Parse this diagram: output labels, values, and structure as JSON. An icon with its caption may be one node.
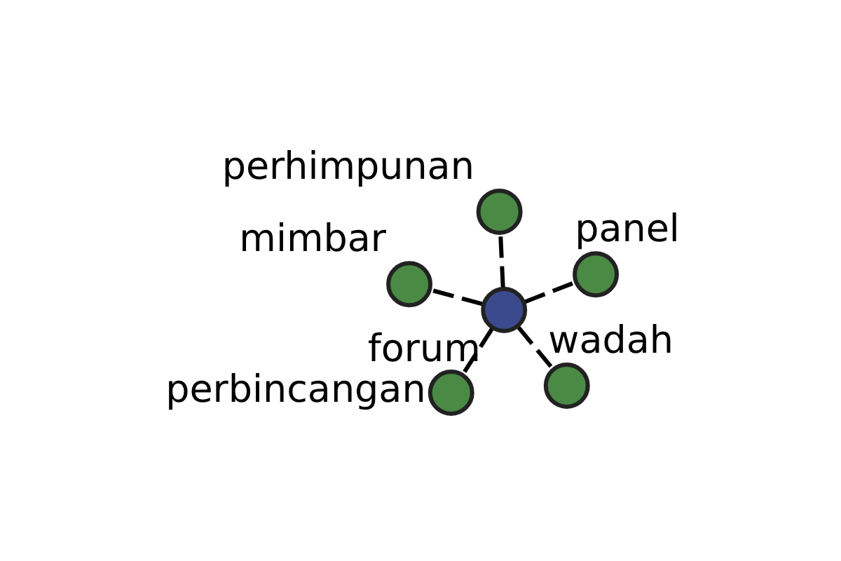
{
  "diagram": {
    "nodes": [
      {
        "text": [],
        "shape": "circle",
        "beside": [
          "forum"
        ]
      },
      {
        "text": [],
        "shape": "circle",
        "beside": [
          "wadah"
        ]
      },
      {
        "text": [],
        "shape": "circle",
        "beside": [
          "perbincangan"
        ]
      },
      {
        "text": [],
        "shape": "circle",
        "beside": [
          "mimbar"
        ]
      },
      {
        "text": [],
        "shape": "circle",
        "beside": [
          "panel"
        ]
      },
      {
        "text": [],
        "shape": "circle",
        "beside": [
          "perhimpunan"
        ]
      }
    ],
    "edges": [
      {
        "from": 0,
        "to": 1,
        "arrow": "none",
        "style": "dashed"
      },
      {
        "from": 0,
        "to": 2,
        "arrow": "none",
        "style": "dashed"
      },
      {
        "from": 0,
        "to": 3,
        "arrow": "none",
        "style": "dashed"
      },
      {
        "from": 0,
        "to": 4,
        "arrow": "none",
        "style": "dashed"
      },
      {
        "from": 0,
        "to": 5,
        "arrow": "none",
        "style": "dashed"
      }
    ]
  }
}
